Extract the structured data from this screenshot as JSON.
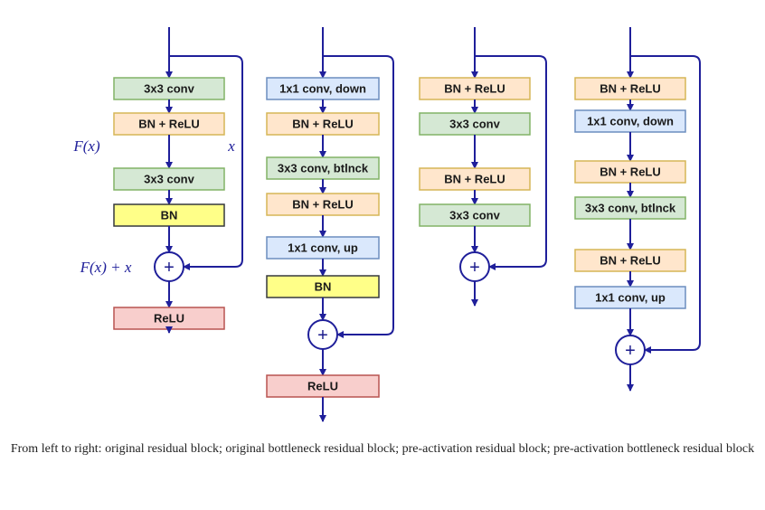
{
  "colors": {
    "arrow": "#1f1f9a",
    "conv_fill": "#d5e8d4",
    "conv_stroke": "#82b366",
    "bnrelu_fill": "#ffe6cc",
    "bnrelu_stroke": "#d6b656",
    "bn_fill": "#ffff88",
    "bn_stroke": "#36393d",
    "one_fill": "#dae8fc",
    "one_stroke": "#6c8ebf",
    "relu_fill": "#f8cecc",
    "relu_stroke": "#b85450"
  },
  "blocks": [
    {
      "name": "original-residual-block",
      "layers": [
        {
          "label": "3x3 conv",
          "kind": "conv"
        },
        {
          "label": "BN + ReLU",
          "kind": "bnrelu"
        },
        {
          "label": "3x3 conv",
          "kind": "conv"
        },
        {
          "label": "BN",
          "kind": "bn"
        }
      ],
      "post": {
        "label": "ReLU",
        "kind": "relu"
      },
      "labels": {
        "fx": "F(x)",
        "x": "x",
        "sum": "F(x) + x"
      }
    },
    {
      "name": "original-bottleneck-residual-block",
      "layers": [
        {
          "label": "1x1 conv, down",
          "kind": "one"
        },
        {
          "label": "BN + ReLU",
          "kind": "bnrelu"
        },
        {
          "label": "3x3 conv, btlnck",
          "kind": "conv"
        },
        {
          "label": "BN + ReLU",
          "kind": "bnrelu"
        },
        {
          "label": "1x1 conv, up",
          "kind": "one"
        },
        {
          "label": "BN",
          "kind": "bn"
        }
      ],
      "post": {
        "label": "ReLU",
        "kind": "relu"
      }
    },
    {
      "name": "pre-activation-residual-block",
      "layers": [
        {
          "label": "BN + ReLU",
          "kind": "bnrelu"
        },
        {
          "label": "3x3 conv",
          "kind": "conv"
        },
        {
          "label": "BN + ReLU",
          "kind": "bnrelu"
        },
        {
          "label": "3x3 conv",
          "kind": "conv"
        }
      ]
    },
    {
      "name": "pre-activation-bottleneck-residual-block",
      "layers": [
        {
          "label": "BN + ReLU",
          "kind": "bnrelu"
        },
        {
          "label": "1x1 conv, down",
          "kind": "one"
        },
        {
          "label": "BN + ReLU",
          "kind": "bnrelu"
        },
        {
          "label": "3x3 conv, btlnck",
          "kind": "conv"
        },
        {
          "label": "BN + ReLU",
          "kind": "bnrelu"
        },
        {
          "label": "1x1 conv, up",
          "kind": "one"
        }
      ]
    }
  ],
  "plus_symbol": "+",
  "caption": "From left to right: original residual block; original bottleneck residual block; pre-activation residual block; pre-activation bottleneck residual block"
}
